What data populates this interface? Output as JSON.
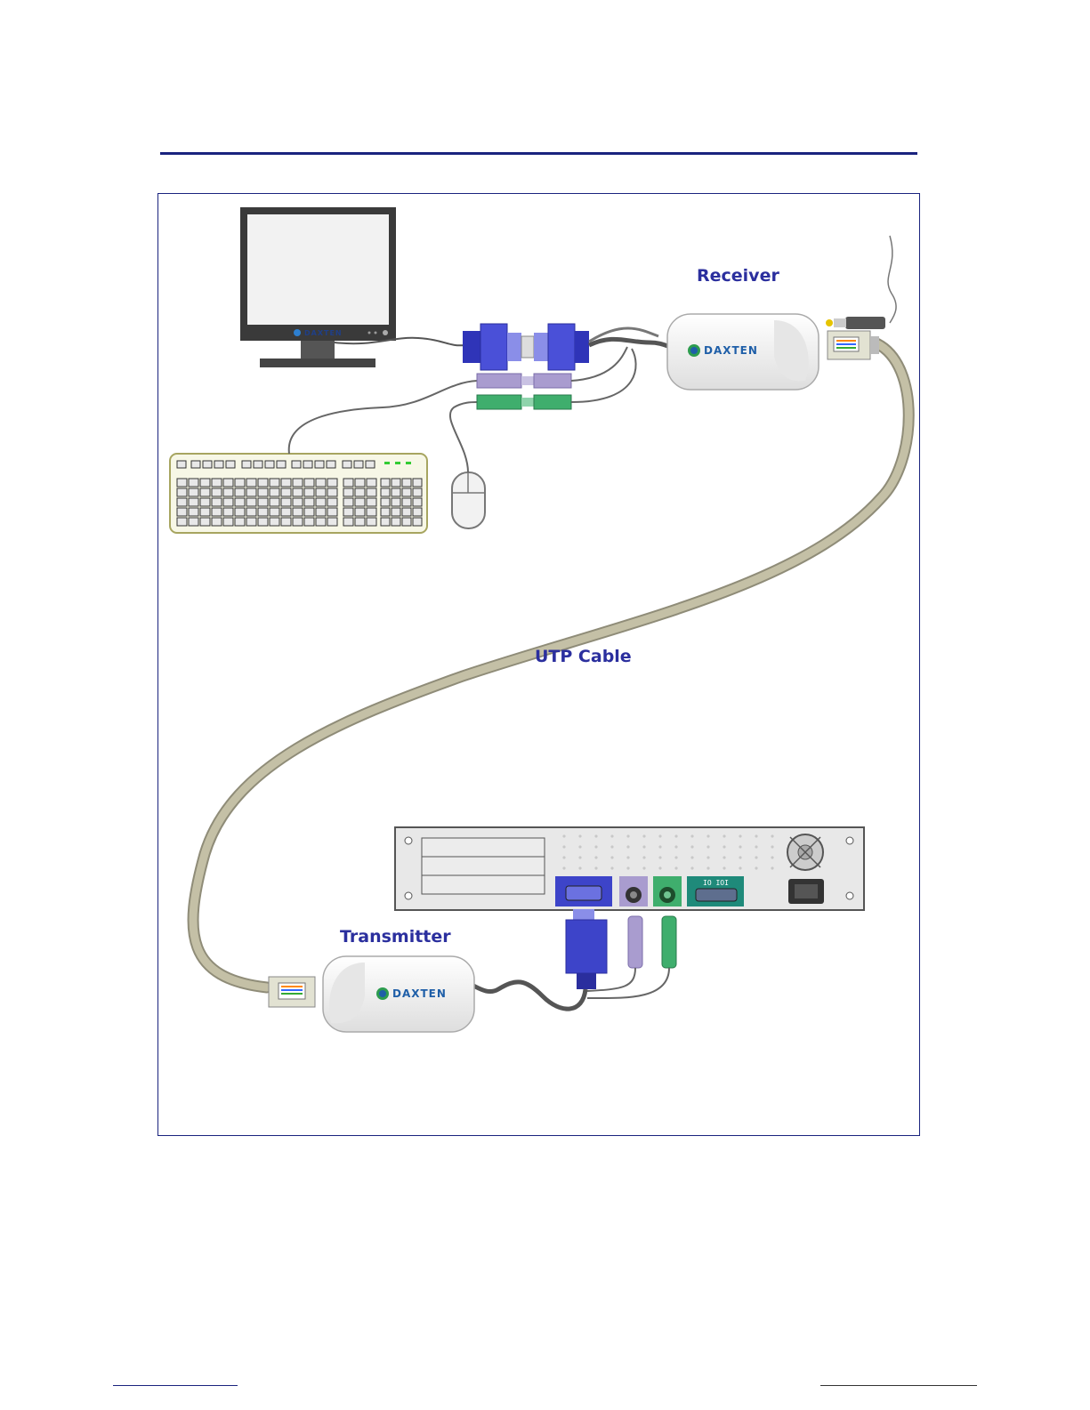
{
  "labels": {
    "receiver": "Receiver",
    "utp_cable": "UTP Cable",
    "transmitter": "Transmitter"
  },
  "brand": {
    "receiver_logo": "DAXTEN",
    "transmitter_logo": "DAXTEN",
    "monitor_logo": "DAXTEN"
  },
  "ports": {
    "serial_label": "IO IOI"
  },
  "colors": {
    "label": "#2b2f9e",
    "rule": "#1a237e",
    "vga": "#4a50d8",
    "ps2_mouse": "#9b8fc4",
    "ps2_keyboard": "#3fae6d",
    "utp_cable": "#b8b49a"
  },
  "icons": [
    "monitor-icon",
    "keyboard-icon",
    "mouse-icon",
    "receiver-unit-icon",
    "transmitter-unit-icon",
    "vga-connector-icon",
    "ps2-connector-icon",
    "rj45-connector-icon",
    "power-plug-icon",
    "computer-back-panel-icon",
    "fan-icon",
    "power-socket-icon"
  ]
}
